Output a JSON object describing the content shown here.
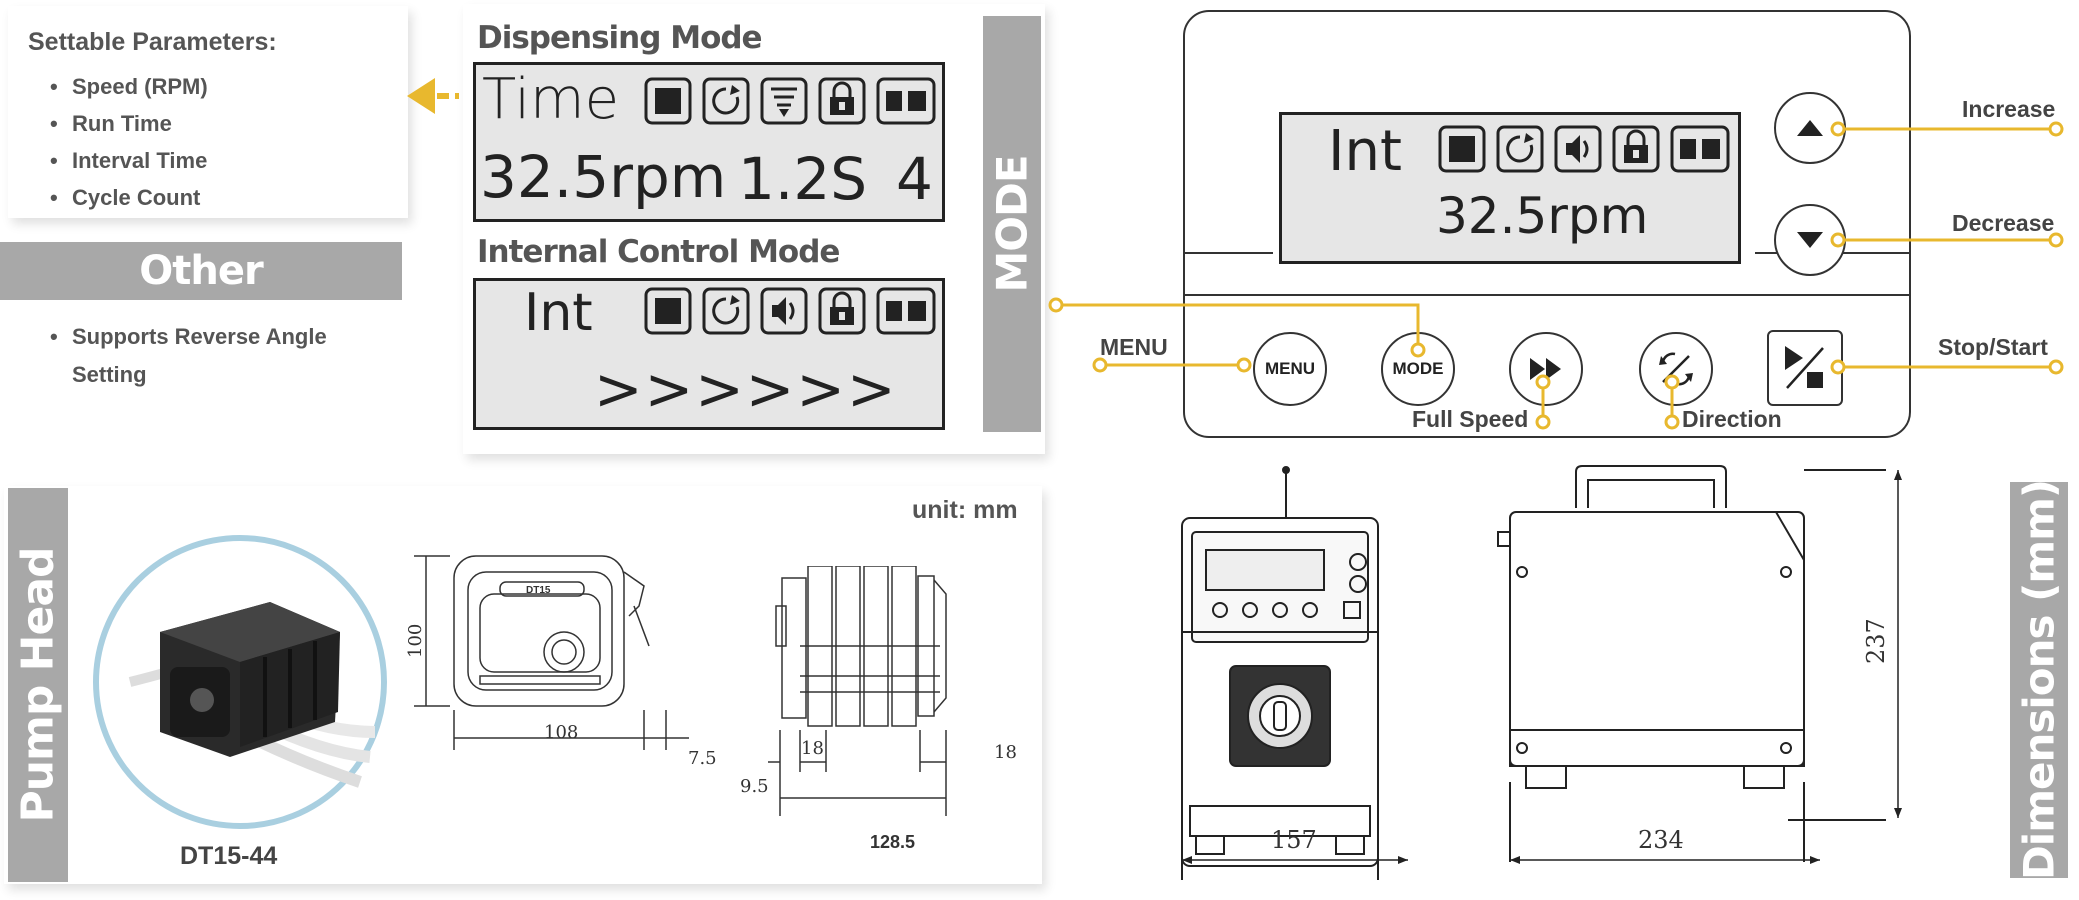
{
  "settable": {
    "title": "Settable Parameters:",
    "items": [
      "Speed (RPM)",
      "Run Time",
      "Interval Time",
      "Cycle Count"
    ]
  },
  "other": {
    "band_label": "Other",
    "items": [
      "Supports Reverse Angle",
      "Setting"
    ]
  },
  "mode_panel": {
    "dispensing_title": "Dispensing Mode",
    "dispensing_line1": "Time",
    "dispensing_line2a": "32.5rpm",
    "dispensing_line2b": "1.2S",
    "dispensing_line2c": "4",
    "internal_title": "Internal Control Mode",
    "internal_line1": "Int",
    "internal_line2": ">>>>>>",
    "side_label": "MODE"
  },
  "control_panel": {
    "display_line1": "Int",
    "display_line2": "32.5rpm",
    "buttons": {
      "menu": "MENU",
      "mode": "MODE"
    },
    "callouts": {
      "increase": "Increase",
      "decrease": "Decrease",
      "menu": "MENU",
      "stop_start": "Stop/Start",
      "full_speed": "Full Speed",
      "direction": "Direction"
    }
  },
  "pump_head": {
    "side_label": "Pump Head",
    "unit": "unit: mm",
    "model": "DT15-44",
    "head_label": "DT15",
    "dims": {
      "height": "100",
      "width": "108",
      "offset": "7.5",
      "left_offset": "9.5",
      "left_seg": "18",
      "right_seg": "18",
      "total": "128.5"
    }
  },
  "dimensions": {
    "side_label": "Dimensions (mm)",
    "front_width": "157",
    "side_depth": "234",
    "height": "237"
  },
  "colors": {
    "accent": "#e8b82e",
    "band_gray": "#a8a8a8",
    "lcd_bg": "#e6e6e6",
    "circle_blue": "#a9cfe0"
  }
}
